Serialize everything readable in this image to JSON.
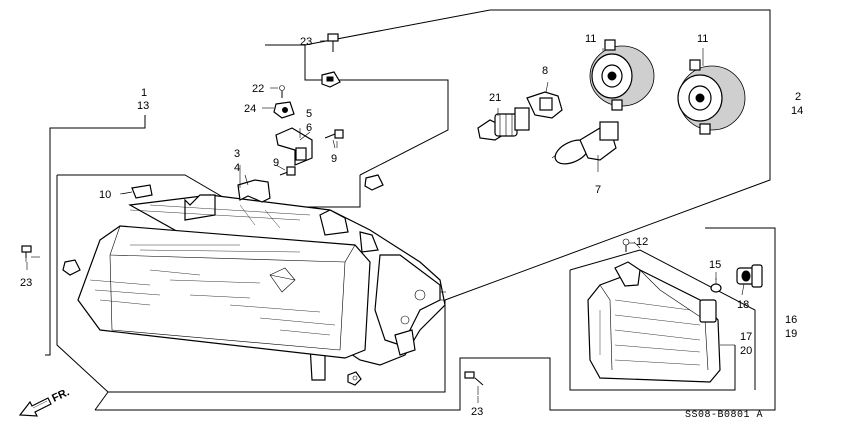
{
  "callouts": {
    "c1": "1",
    "c13": "13",
    "c2": "2",
    "c14": "14",
    "c3": "3",
    "c4": "4",
    "c5": "5",
    "c6": "6",
    "c7": "7",
    "c8": "8",
    "c9a": "9",
    "c9b": "9",
    "c10": "10",
    "c11a": "11",
    "c11b": "11",
    "c12": "12",
    "c15": "15",
    "c16": "16",
    "c19": "19",
    "c17": "17",
    "c20": "20",
    "c18": "18",
    "c21": "21",
    "c22": "22",
    "c23a": "23",
    "c23b": "23",
    "c23c": "23",
    "c24": "24"
  },
  "front_label": "FR.",
  "diagram_code": "SS08-B0801 A"
}
